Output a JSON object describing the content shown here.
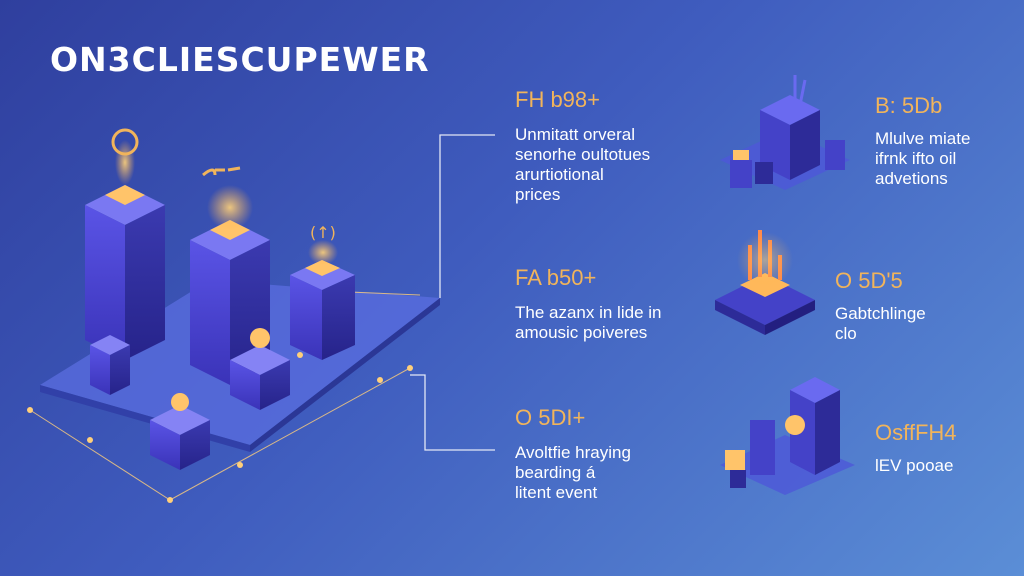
{
  "title": "ON3CLIESCUPEWER",
  "colors": {
    "accent": "#f1b45b",
    "text": "#ffffff",
    "bg_start": "#2f3f9e",
    "bg_end": "#5b8ed6",
    "block": "#4a4ad8"
  },
  "items": [
    {
      "head": "FH b98+",
      "desc": "Unmitatt orveral\nsenorhe oultotues\narurtiotional\nprices"
    },
    {
      "head": "FA b50+",
      "desc": "The azanx in lide in\namousic poiveres"
    },
    {
      "head": "O 5DI+",
      "desc": "Avoltfie hraying\nbearding á\nlitent event"
    },
    {
      "head": "B: 5Db",
      "desc": "Mlulve miate\nifrnk ifto oil\nadvetions"
    },
    {
      "head": "O 5D'5",
      "desc": "Gabtchlinge\nclo"
    },
    {
      "head": "OsffFH4",
      "desc": "lEV pooae"
    }
  ]
}
